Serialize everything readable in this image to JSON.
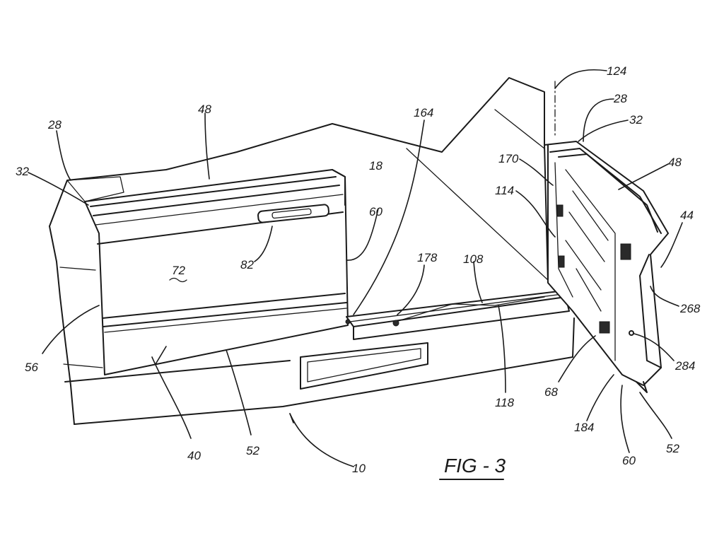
{
  "figure": {
    "caption": "FIG - 3",
    "labels": {
      "l124": "124",
      "l28_right": "28",
      "l32_right": "32",
      "l48_right": "48",
      "l44": "44",
      "l170": "170",
      "l114": "114",
      "l268": "268",
      "l284": "284",
      "l52_right": "52",
      "l60_right": "60",
      "l184": "184",
      "l68": "68",
      "l118": "118",
      "l108": "108",
      "l178": "178",
      "l164": "164",
      "l18": "18",
      "l60_left": "60",
      "l48_left": "48",
      "l28_left": "28",
      "l32_left": "32",
      "l72": "72",
      "l82": "82",
      "l56": "56",
      "l40": "40",
      "l52_left": "52",
      "l10": "10"
    }
  }
}
